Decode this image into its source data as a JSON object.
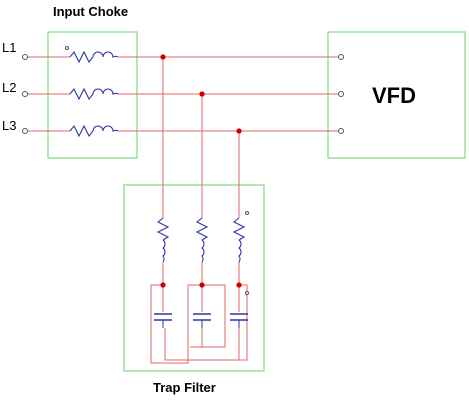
{
  "labels": {
    "input_choke": "Input Choke",
    "trap_filter": "Trap Filter",
    "vfd": "VFD",
    "lines": [
      "L1",
      "L2",
      "L3"
    ]
  },
  "colors": {
    "wire": "#e06666",
    "component": "#3333aa",
    "box": "#88dd88",
    "junction": "#cc0000",
    "terminal": "#555555",
    "text": "#000000"
  }
}
